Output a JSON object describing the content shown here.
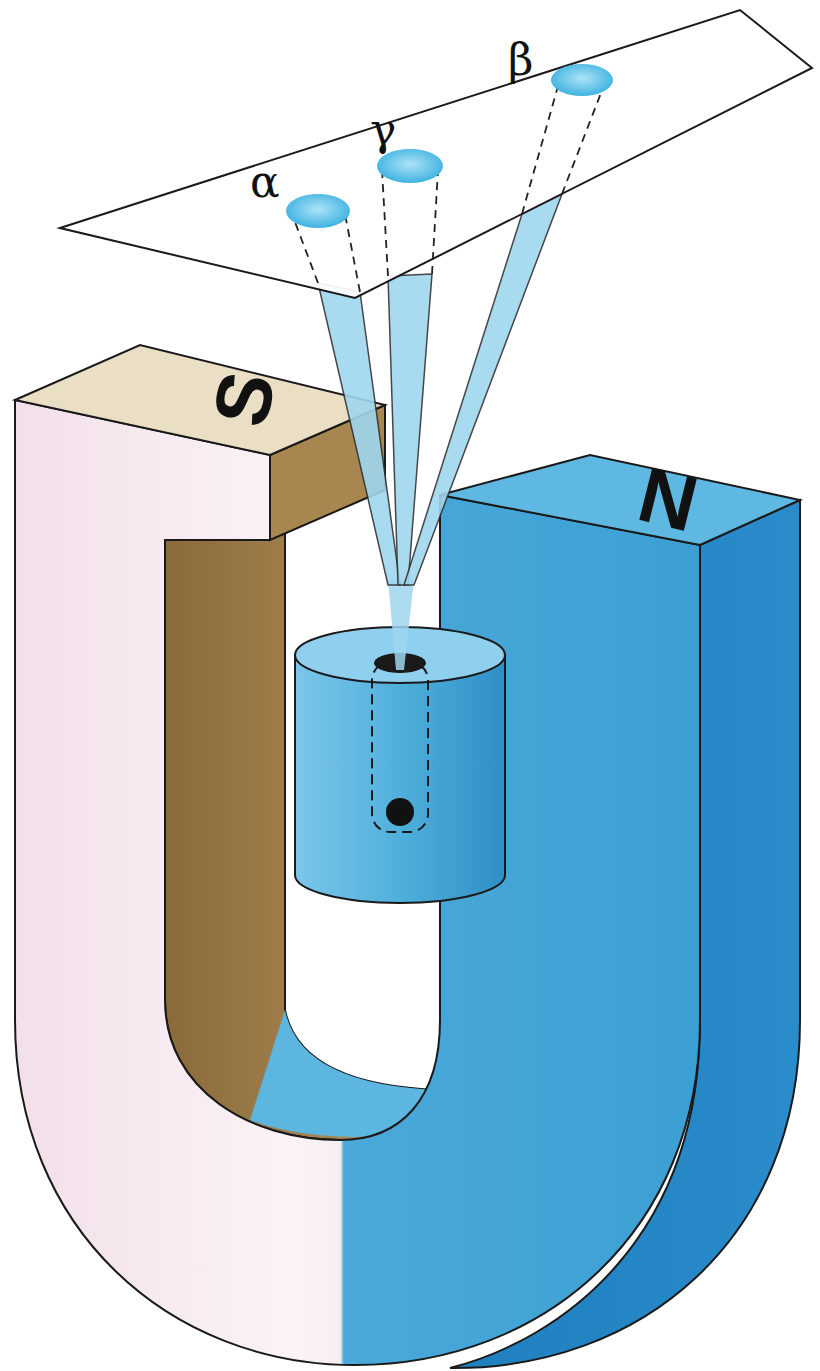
{
  "diagram": {
    "labels": [
      "α",
      "γ",
      "β",
      "S",
      "N"
    ]
  }
}
